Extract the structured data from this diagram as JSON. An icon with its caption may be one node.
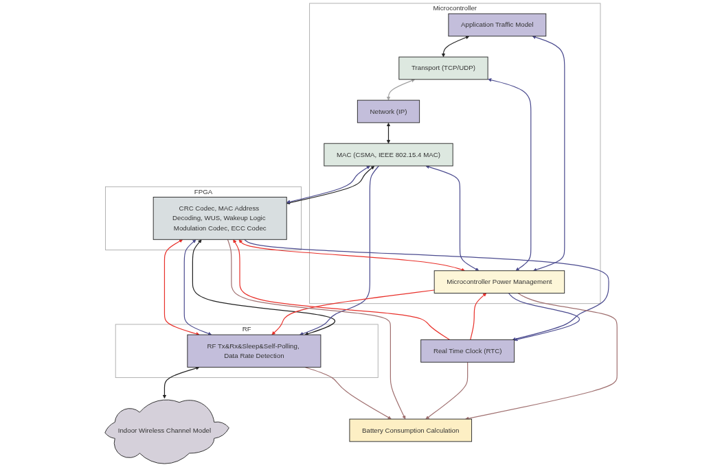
{
  "diagram": {
    "nodes": [
      {
        "text": [
          "Microcontroller"
        ]
      },
      {
        "text": [
          "Application Traffic Model"
        ],
        "in": 0
      },
      {
        "text": [
          "Transport (TCP/UDP)"
        ],
        "in": 0
      },
      {
        "text": [
          "Network (IP)"
        ],
        "in": 0
      },
      {
        "text": [
          "MAC (CSMA, IEEE 802.15.4 MAC)"
        ],
        "in": 0
      },
      {
        "text": [
          "Microcontroller Power Management"
        ],
        "in": 0
      },
      {
        "text": [
          "FPGA"
        ]
      },
      {
        "text": [
          "CRC Codec, MAC Address Decoding, WUS, Wakeup Logic Modulation Codec, ECC Codec"
        ],
        "in": 6
      },
      {
        "text": [
          "RF"
        ]
      },
      {
        "text": [
          "RF Tx&Rx&Sleep&Self-Polling, Data Rate Detection"
        ],
        "in": 8
      },
      {
        "text": [
          "Real Time Clock (RTC)"
        ]
      },
      {
        "text": [
          "Battery Consumption Calculation"
        ]
      },
      {
        "text": [
          "Indoor Wireless Channel Model"
        ]
      }
    ],
    "edges": [
      {
        "from": 1,
        "to": 2,
        "arrow": "both",
        "color": "#222222"
      },
      {
        "from": 2,
        "to": 3,
        "arrow": "both",
        "color": "#a0a0a0"
      },
      {
        "from": 3,
        "to": 4,
        "arrow": "both",
        "color": "#222222"
      },
      {
        "from": 4,
        "to": 7,
        "arrow": "both",
        "color": "#222222"
      },
      {
        "from": 7,
        "to": 9,
        "arrow": "both",
        "color": "#222222"
      },
      {
        "from": 9,
        "to": 12,
        "arrow": "both",
        "color": "#222222"
      },
      {
        "from": 1,
        "to": 5,
        "arrow": "both",
        "color": "#4b4b8f"
      },
      {
        "from": 2,
        "to": 5,
        "arrow": "both",
        "color": "#4b4b8f"
      },
      {
        "from": 4,
        "to": 5,
        "arrow": "both",
        "color": "#4b4b8f"
      },
      {
        "from": 4,
        "to": 7,
        "arrow": "both",
        "color": "#4b4b8f"
      },
      {
        "from": 4,
        "to": 9,
        "arrow": "to",
        "color": "#4b4b8f"
      },
      {
        "from": 5,
        "to": 10,
        "arrow": "to",
        "color": "#4b4b8f"
      },
      {
        "from": 10,
        "to": 5,
        "arrow": "to",
        "color": "#e8302a"
      },
      {
        "from": 7,
        "to": 5,
        "arrow": "both",
        "color": "#e8302a"
      },
      {
        "from": 7,
        "to": 10,
        "arrow": "to",
        "color": "#4b4b8f"
      },
      {
        "from": 10,
        "to": 7,
        "arrow": "to",
        "color": "#e8302a"
      },
      {
        "from": 5,
        "to": 9,
        "arrow": "to",
        "color": "#e8302a"
      },
      {
        "from": 7,
        "to": 9,
        "arrow": "both",
        "color": "#4b4b8f"
      },
      {
        "from": 7,
        "to": 9,
        "arrow": "both",
        "color": "#e8302a"
      },
      {
        "from": 5,
        "to": 11,
        "arrow": "to",
        "color": "#a07070"
      },
      {
        "from": 10,
        "to": 11,
        "arrow": "to",
        "color": "#a07070"
      },
      {
        "from": 7,
        "to": 11,
        "arrow": "to",
        "color": "#a07070"
      },
      {
        "from": 9,
        "to": 11,
        "arrow": "to",
        "color": "#a07070"
      }
    ]
  }
}
